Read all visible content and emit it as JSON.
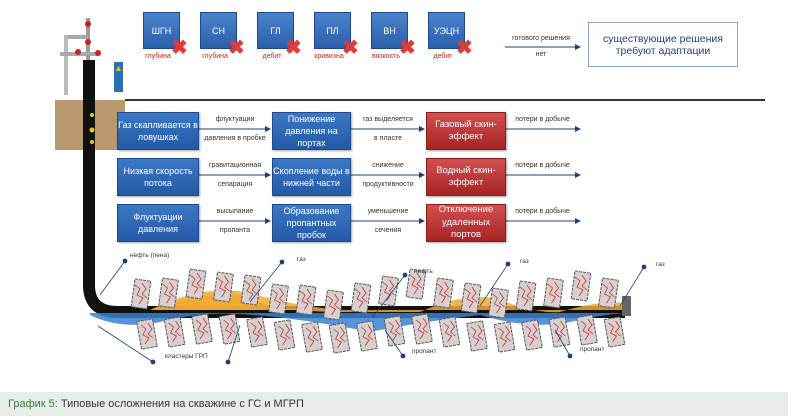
{
  "methods": [
    {
      "label": "ШГН",
      "reason": "глубина"
    },
    {
      "label": "СН",
      "reason": "глубина"
    },
    {
      "label": "ГЛ",
      "reason": "дебит"
    },
    {
      "label": "ПЛ",
      "reason": "кривизна"
    },
    {
      "label": "ВН",
      "reason": "вязкость"
    },
    {
      "label": "УЭЦН",
      "reason": "дебит"
    }
  ],
  "no_solution": {
    "line1": "готового решения",
    "line2": "нет"
  },
  "conclusion": "существующие решения требуют адаптации",
  "rows": [
    {
      "cause": "Газ скапливается в ловушках",
      "arrow1": [
        "флуктуации",
        "давления в пробке"
      ],
      "effect": "Понижение давления на портах",
      "arrow2": [
        "газ выделяется",
        "в пласте"
      ],
      "result": "Газовый скин-эффект",
      "arrow3": "потери в добыче"
    },
    {
      "cause": "Низкая скорость потока",
      "arrow1": [
        "гравитационная",
        "сепарация"
      ],
      "effect": "Скопление воды в нижней части",
      "arrow2": [
        "снижение",
        "продуктивности"
      ],
      "result": "Водный скин-эффект",
      "arrow3": "потери в добыче"
    },
    {
      "cause": "Флуктуации давления",
      "arrow1": [
        "высыпание",
        "пропанта"
      ],
      "effect": "Образование пропантных пробок",
      "arrow2": [
        "уменьшение",
        "сечения"
      ],
      "result": "Отключение удаленных портов",
      "arrow3": "потери в добыче"
    }
  ],
  "well_labels": {
    "oil_foam": "нефть (пена)",
    "gas1": "газ",
    "oil": "нефть",
    "gas2": "газ",
    "gas3": "газ",
    "clusters": "кластеры ГРП",
    "proppant1": "пропант",
    "proppant2": "пропант"
  },
  "caption": {
    "prefix": "График 5:",
    "text": " Типовые осложнения на скважине с ГС и МГРП"
  },
  "colors": {
    "blue": "#2d62ae",
    "red": "#b92b2b",
    "gas": "#f0a830",
    "water": "#3a80d0",
    "caption_green": "#3c7a3c"
  }
}
